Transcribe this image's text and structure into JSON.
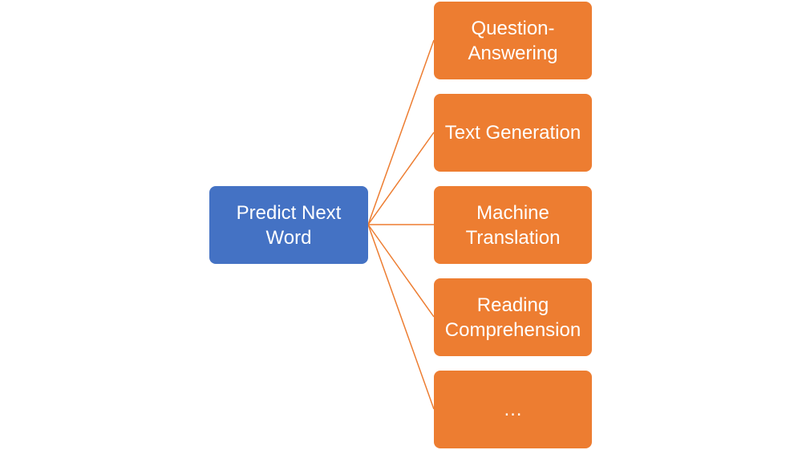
{
  "colors": {
    "source_fill": "#4472c4",
    "target_fill": "#ed7d31",
    "connector": "#ed7d31",
    "text": "#ffffff",
    "background": "#ffffff"
  },
  "source": {
    "label": "Predict Next\nWord"
  },
  "targets": [
    {
      "label": "Question-\nAnswering"
    },
    {
      "label": "Text Generation"
    },
    {
      "label": "Machine\nTranslation"
    },
    {
      "label": "Reading\nComprehension"
    },
    {
      "label": "…"
    }
  ]
}
